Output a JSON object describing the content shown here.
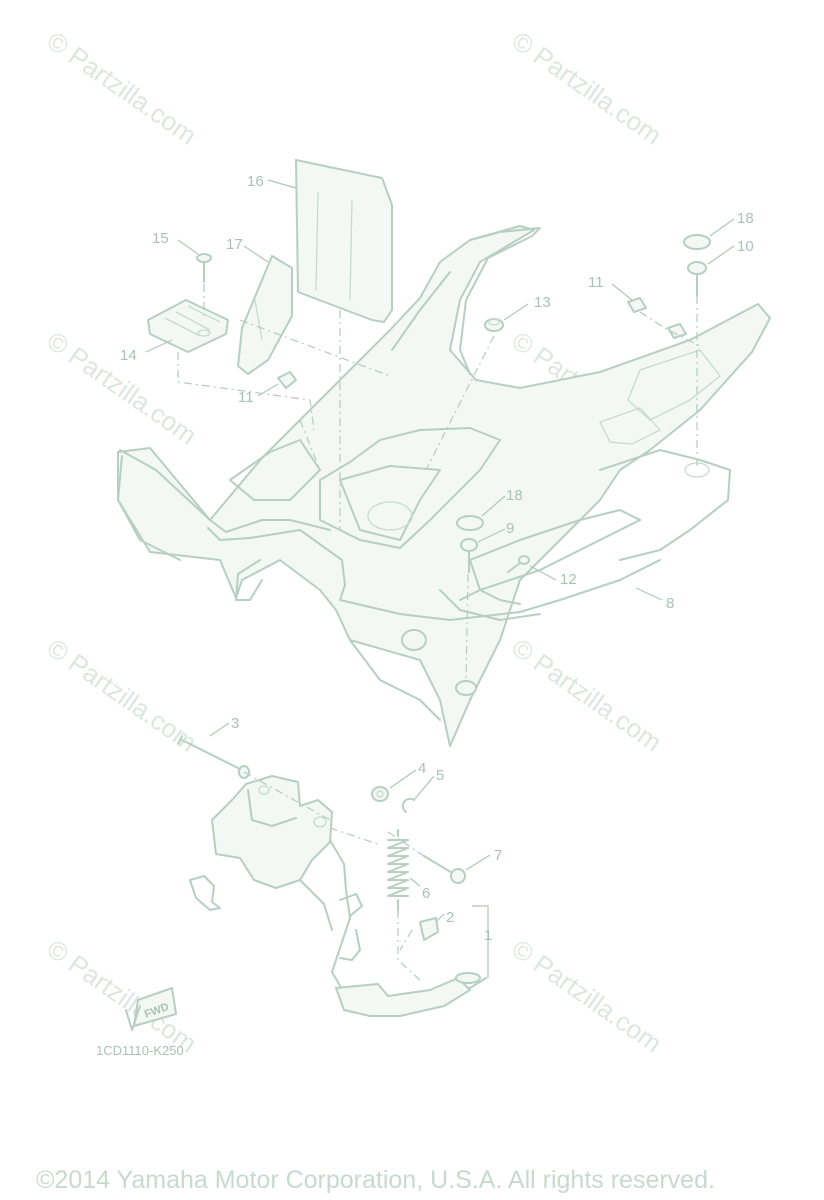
{
  "diagram": {
    "callouts": [
      {
        "id": "c16",
        "label": "16"
      },
      {
        "id": "c17",
        "label": "17"
      },
      {
        "id": "c15",
        "label": "15"
      },
      {
        "id": "c14",
        "label": "14"
      },
      {
        "id": "c11a",
        "label": "11"
      },
      {
        "id": "c11b",
        "label": "11"
      },
      {
        "id": "c13",
        "label": "13"
      },
      {
        "id": "c18a",
        "label": "18"
      },
      {
        "id": "c10",
        "label": "10"
      },
      {
        "id": "c18b",
        "label": "18"
      },
      {
        "id": "c9",
        "label": "9"
      },
      {
        "id": "c12",
        "label": "12"
      },
      {
        "id": "c8",
        "label": "8"
      },
      {
        "id": "c3",
        "label": "3"
      },
      {
        "id": "c4",
        "label": "4"
      },
      {
        "id": "c5",
        "label": "5"
      },
      {
        "id": "c7",
        "label": "7"
      },
      {
        "id": "c6",
        "label": "6"
      },
      {
        "id": "c2",
        "label": "2"
      },
      {
        "id": "c1",
        "label": "1"
      }
    ],
    "fwd_label": "FWD",
    "diagram_code": "1CD1110-K250",
    "watermark_text": "© Partzilla.com",
    "copyright": "©2014 Yamaha Motor Corporation, U.S.A. All rights reserved.",
    "colors": {
      "line": "#b7cfc0",
      "text": "#a9c3b3",
      "watermark": "#dbe7df"
    }
  }
}
